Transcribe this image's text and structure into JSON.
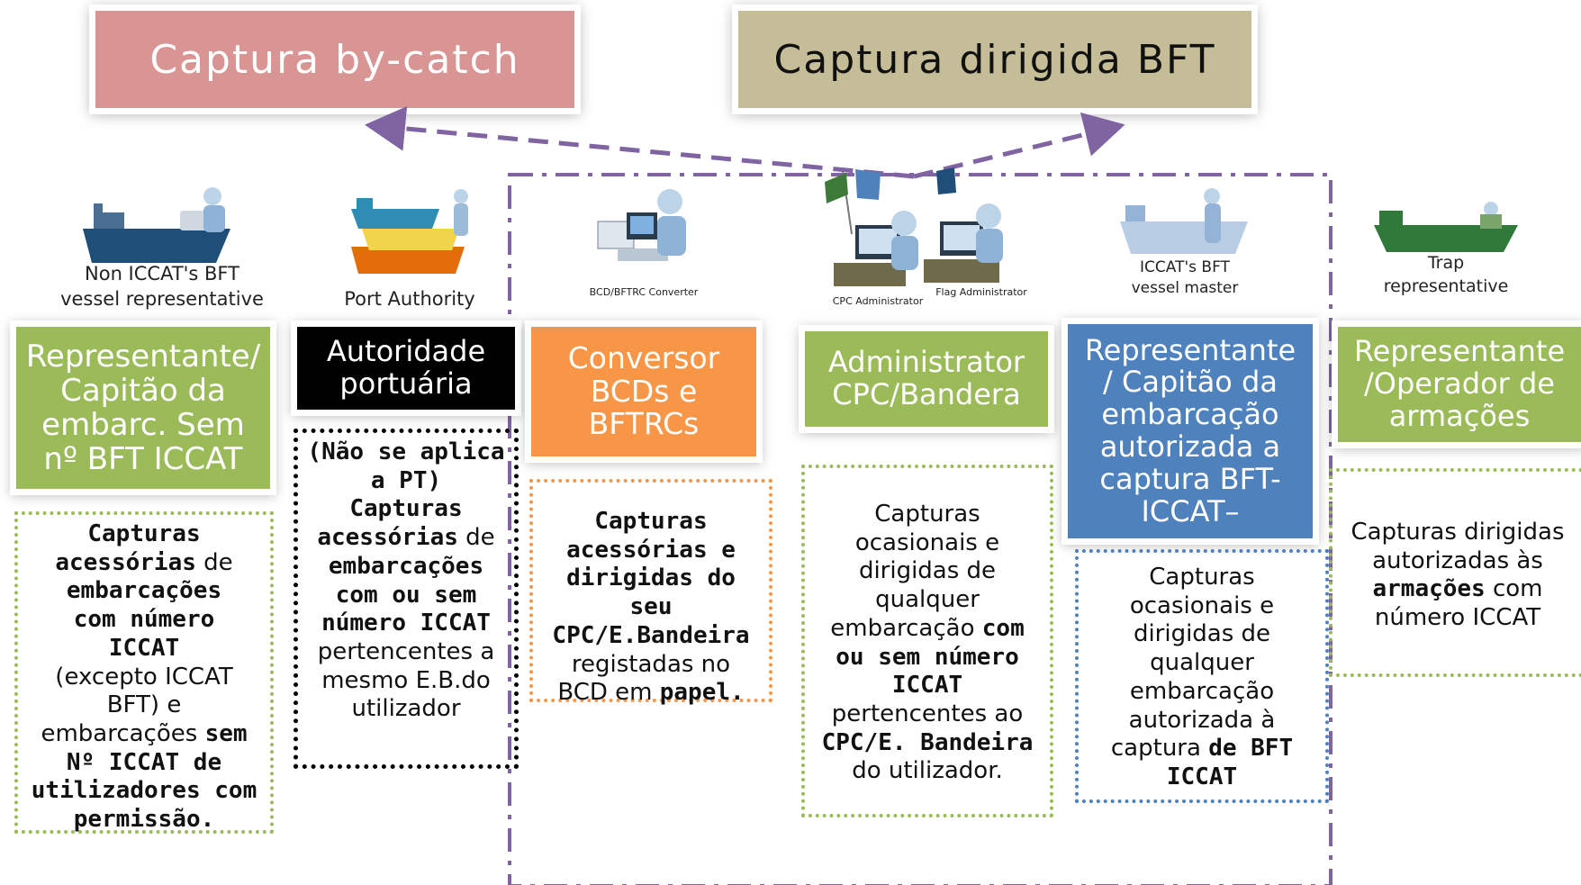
{
  "top": {
    "bycatch": "Captura by-catch",
    "directed": "Captura dirigida BFT"
  },
  "actors": [
    {
      "id": "non-iccat",
      "icon_label": [
        "Non ICCAT's BFT",
        "vessel representative"
      ],
      "header": [
        "Representante/",
        "Capitão da",
        "embarc. Sem",
        "nº BFT ICCAT"
      ],
      "desc": [
        [
          "b",
          "Capturas"
        ],
        [
          "b",
          "acessórias",
          " de"
        ],
        [
          "b",
          "embarcações"
        ],
        [
          "b",
          "com número"
        ],
        [
          "b",
          "ICCAT"
        ],
        [
          "n",
          "(excepto ICCAT"
        ],
        [
          "n",
          "BFT) e"
        ],
        [
          "n",
          "embarcações ",
          "sem"
        ],
        [
          "b",
          "Nº ICCAT de"
        ],
        [
          "b",
          "utilizadores  com"
        ],
        [
          "b",
          "permissão."
        ]
      ]
    },
    {
      "id": "port-authority",
      "icon_label": [
        "Port Authority"
      ],
      "header": [
        "Autoridade",
        "portuária"
      ],
      "desc": [
        [
          "b",
          "(Não se aplica"
        ],
        [
          "b",
          "a PT)"
        ],
        [
          "b",
          "Capturas"
        ],
        [
          "b",
          "acessórias",
          " de"
        ],
        [
          "b",
          "embarcações"
        ],
        [
          "b",
          "com ou sem"
        ],
        [
          "b",
          "número ICCAT"
        ],
        [
          "n",
          "pertencentes a"
        ],
        [
          "n",
          "mesmo E.B.do"
        ],
        [
          "n",
          "utilizador"
        ]
      ]
    },
    {
      "id": "converter",
      "icon_label": [
        "BCD/BFTRC Converter"
      ],
      "header": [
        "Conversor",
        "BCDs e",
        "BFTRCs"
      ],
      "desc": [
        [
          "b",
          "Capturas"
        ],
        [
          "b",
          "acessórias e"
        ],
        [
          "b",
          "dirigidas  do seu"
        ],
        [
          "b",
          "CPC/E.Bandeira"
        ],
        [
          "n",
          "registadas no"
        ],
        [
          "n",
          "BCD em ",
          "papel."
        ]
      ]
    },
    {
      "id": "administrator",
      "icon_label": [
        "CPC Administrator",
        "Flag Administrator"
      ],
      "header": [
        "Administrator",
        "CPC/Bandera"
      ],
      "desc": [
        [
          "n",
          "Capturas"
        ],
        [
          "n",
          "ocasionais e"
        ],
        [
          "n",
          "dirigidas de"
        ],
        [
          "n",
          "qualquer"
        ],
        [
          "n",
          "embarcação ",
          "com"
        ],
        [
          "b",
          "ou sem número"
        ],
        [
          "b",
          "ICCAT"
        ],
        [
          "n",
          "pertencentes ao"
        ],
        [
          "b",
          "CPC/E. Bandeira"
        ],
        [
          "n",
          "do utilizador."
        ]
      ]
    },
    {
      "id": "vessel-master",
      "icon_label": [
        "ICCAT's BFT",
        "vessel master"
      ],
      "header": [
        "Representante",
        "/ Capitão da",
        "embarcação",
        "autorizada a",
        "captura BFT-",
        "ICCAT–"
      ],
      "desc": [
        [
          "n",
          "Capturas"
        ],
        [
          "n",
          "ocasionais e"
        ],
        [
          "n",
          "dirigidas de"
        ],
        [
          "n",
          "qualquer"
        ],
        [
          "n",
          "embarcação"
        ],
        [
          "n",
          "autorizada à"
        ],
        [
          "n",
          "captura ",
          "de BFT"
        ],
        [
          "b",
          "ICCAT"
        ]
      ]
    },
    {
      "id": "trap",
      "icon_label": [
        "Trap",
        "representative"
      ],
      "header": [
        "Representante",
        "/Operador de",
        "armações"
      ],
      "desc": [
        [
          "n",
          "Capturas dirigidas"
        ],
        [
          "n",
          "autorizadas às"
        ],
        [
          "b",
          "armações",
          " com"
        ],
        [
          "n",
          "número ICCAT"
        ]
      ]
    }
  ],
  "colors": {
    "bycatch": "#d99594",
    "directed": "#c4bd97",
    "green": "#9bbb59",
    "black": "#000000",
    "orange": "#f79646",
    "blue": "#4f81bd",
    "purple": "#8064a2"
  }
}
